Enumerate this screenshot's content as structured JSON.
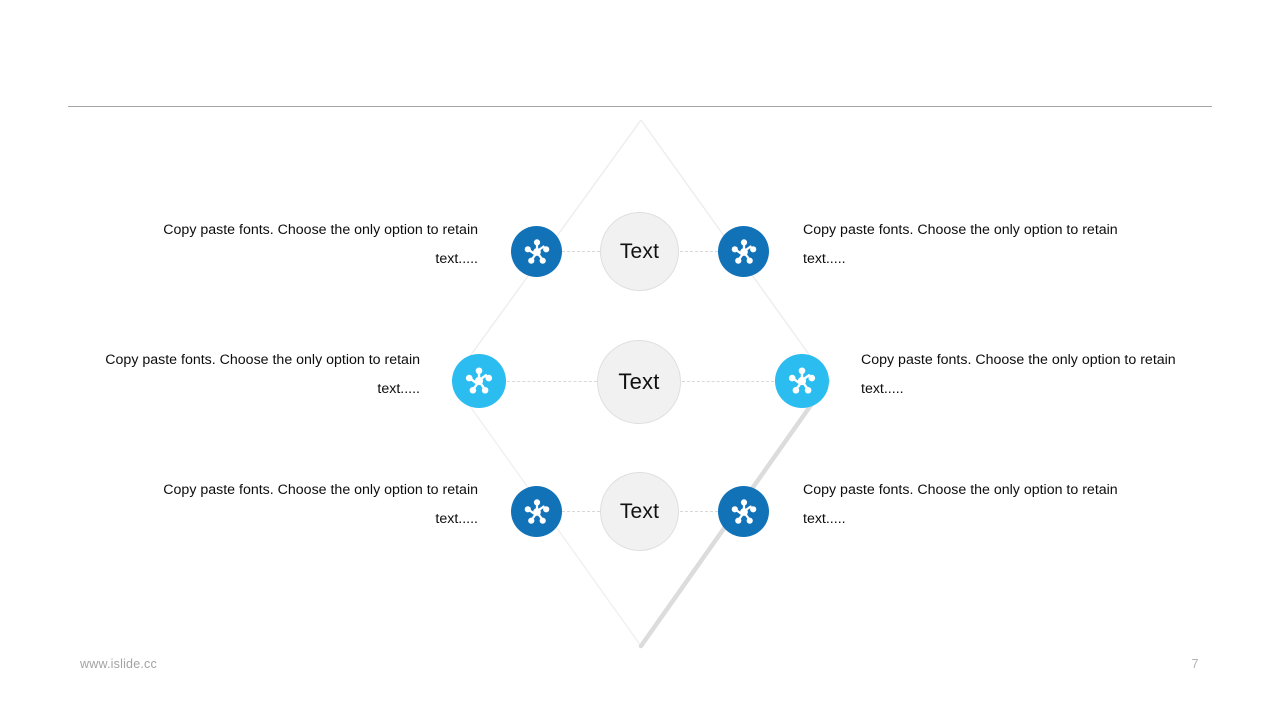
{
  "slide": {
    "page_number": "7",
    "footer_url": "www.islide.cc",
    "colors": {
      "icon_dark_blue": "#1272b8",
      "icon_light_blue": "#2bbdf0",
      "text_circle_fill": "#f1f1f1",
      "text_circle_border": "#dfdfdf",
      "header_rule": "#a6a6a6",
      "connector": "#d8d8d8",
      "diamond_faint": "#efefef",
      "diamond_strong": "#dcdcdc",
      "body_text": "#0d0d0d",
      "footer_text": "#a3a3a3"
    }
  },
  "center_nodes": [
    {
      "label": "Text"
    },
    {
      "label": "Text"
    },
    {
      "label": "Text"
    }
  ],
  "icons": [
    {
      "name": "hub-network-icon",
      "color_key": "icon_dark_blue",
      "side": "left",
      "row": 1
    },
    {
      "name": "hub-network-icon",
      "color_key": "icon_dark_blue",
      "side": "right",
      "row": 1
    },
    {
      "name": "hub-network-icon",
      "color_key": "icon_light_blue",
      "side": "left",
      "row": 2
    },
    {
      "name": "hub-network-icon",
      "color_key": "icon_light_blue",
      "side": "right",
      "row": 2
    },
    {
      "name": "hub-network-icon",
      "color_key": "icon_dark_blue",
      "side": "left",
      "row": 3
    },
    {
      "name": "hub-network-icon",
      "color_key": "icon_dark_blue",
      "side": "right",
      "row": 3
    }
  ],
  "paragraphs": {
    "row1_left": "Copy paste fonts. Choose the only option to retain text.....",
    "row1_right": "Copy paste fonts. Choose the only option to retain text.....",
    "row2_left": "Copy paste fonts. Choose the only option to retain text.....",
    "row2_right": "Copy paste fonts. Choose the only option to retain text.....",
    "row3_left": "Copy paste fonts. Choose the only option to retain text.....",
    "row3_right": "Copy paste fonts. Choose the only option to retain text....."
  }
}
